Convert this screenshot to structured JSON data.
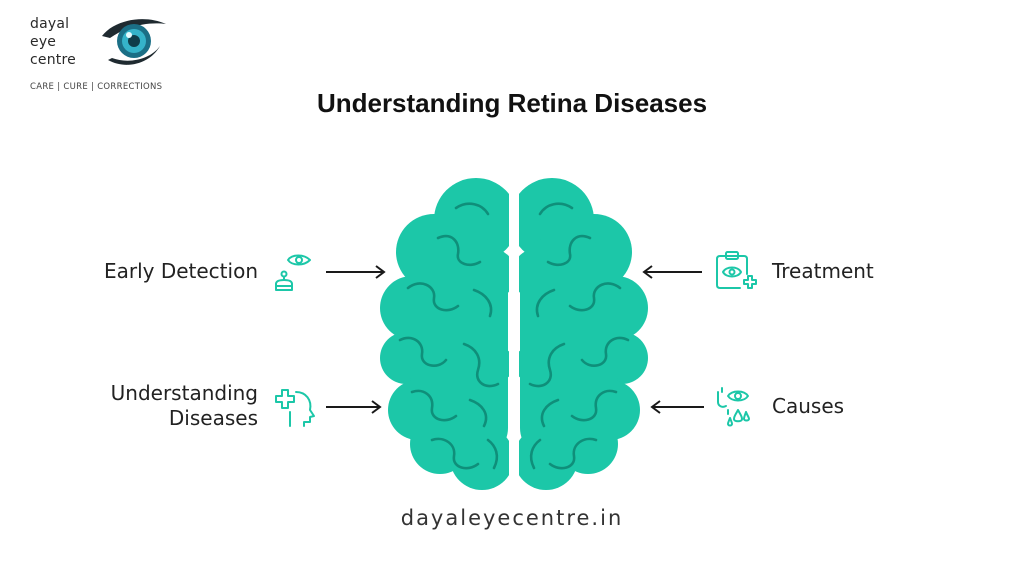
{
  "logo": {
    "word1": "dayal",
    "word2": "eye",
    "word3": "centre",
    "tagline": "CARE | CURE | CORRECTIONS",
    "icon": "eye-logo-icon"
  },
  "title": "Understanding Retina Diseases",
  "items": {
    "early_detection": {
      "label": "Early Detection",
      "icon": "eye-robot-icon"
    },
    "understanding_diseases": {
      "line1": "Understanding",
      "line2": "Diseases",
      "icon": "head-medical-cross-icon"
    },
    "treatment": {
      "label": "Treatment",
      "icon": "clipboard-eye-plus-icon"
    },
    "causes": {
      "label": "Causes",
      "icon": "eye-drops-icon"
    }
  },
  "center_graphic": "brain-icon",
  "footer": "dayaleyecentre.in",
  "colors": {
    "accent": "#1cc7a8",
    "text": "#222222"
  }
}
